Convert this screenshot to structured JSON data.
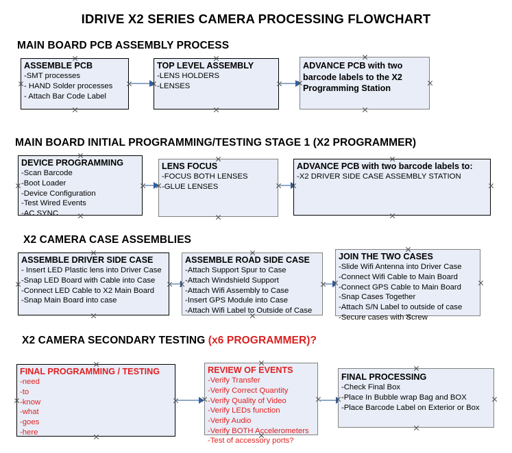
{
  "document": {
    "title": "IDRIVE X2  SERIES CAMERA PROCESSING FLOWCHART"
  },
  "colors": {
    "box_fill": "#e8edf7",
    "box_border": "#000000",
    "box_border_gray": "#808080",
    "accent_red": "#e02020",
    "heading_red": "#d91f1f",
    "arrow_shaft": "#8fa8c8",
    "arrow_head": "#2e5fa3",
    "text": "#000000",
    "background": "#ffffff"
  },
  "sections": [
    {
      "id": "main-board-pcb-assembly",
      "heading": "MAIN BOARD PCB ASSEMBLY PROCESS",
      "heading_accent": "",
      "boxes": [
        {
          "id": "assemble-pcb",
          "title": "ASSEMBLE PCB",
          "lines": [
            "-SMT processes",
            "- HAND Solder processes",
            "- Attach Bar Code Label"
          ],
          "overflow_lines": []
        },
        {
          "id": "top-level-assembly",
          "title": "TOP LEVEL ASSEMBLY",
          "lines": [
            "-LENS HOLDERS",
            "-LENSES"
          ],
          "overflow_lines": []
        },
        {
          "id": "advance-pcb-to-x2-programming-station",
          "title": "ADVANCE PCB with two barcode labels to the  X2 Programming Station",
          "lines": [],
          "overflow_lines": []
        }
      ]
    },
    {
      "id": "main-board-initial-programming",
      "heading": "MAIN BOARD INITIAL PROGRAMMING/TESTING STAGE 1 (X2 PROGRAMMER)",
      "heading_accent": "",
      "boxes": [
        {
          "id": "device-programming",
          "title": "DEVICE PROGRAMMING",
          "lines": [
            "-Scan Barcode",
            "-Boot Loader",
            "-Device Configuration",
            "-Test Wired Events",
            "-AC SYNC"
          ],
          "overflow_lines": []
        },
        {
          "id": "lens-focus",
          "title": "LENS FOCUS",
          "lines": [
            "-FOCUS BOTH LENSES",
            "-GLUE LENSES"
          ],
          "overflow_lines": []
        },
        {
          "id": "advance-pcb-to-driver-side-case-station",
          "title": "ADVANCE PCB with two barcode labels to:",
          "lines": [
            "-X2 DRIVER  SIDE  CASE  ASSEMBLY STATION"
          ],
          "overflow_lines": []
        }
      ]
    },
    {
      "id": "x2-camera-case-assemblies",
      "heading": "X2 CAMERA CASE ASSEMBLIES",
      "heading_accent": "",
      "boxes": [
        {
          "id": "assemble-driver-side-case",
          "title": "ASSEMBLE DRIVER SIDE CASE",
          "lines": [
            "- Insert LED Plastic lens into Driver Case",
            "-Snap LED Board with Cable into Case",
            "-Connect LED Cable to X2 Main Board",
            "-Snap Main Board into case"
          ],
          "overflow_lines": []
        },
        {
          "id": "assemble-road-side-case",
          "title": "ASSEMBLE ROAD SIDE CASE",
          "lines": [
            "-Attach Support Spur to Case",
            "-Attach Windshield Support",
            "-Attach Wifi Assembly to Case",
            "-Insert GPS Module into Case",
            "-Attach Wifi Label to Outside of Case"
          ],
          "overflow_lines": []
        },
        {
          "id": "join-the-two-cases",
          "title": "JOIN THE TWO CASES",
          "lines": [
            "-Slide Wifi Antenna into Driver Case",
            "-Connect Wifi Cable to Main Board",
            "-Connect GPS Cable to Main Board",
            "-Snap Cases Together",
            "-Attach S/N Label to outside of case",
            "-Secure cases with Screw"
          ],
          "overflow_lines": []
        }
      ]
    },
    {
      "id": "x2-camera-secondary-testing",
      "heading": "X2 CAMERA SECONDARY TESTING ",
      "heading_accent": "(x6 PROGRAMMER)?",
      "boxes": [
        {
          "id": "final-programming-testing",
          "title": "FINAL PROGRAMMING / TESTING",
          "lines": [
            "-need",
            "-to",
            "-know",
            "-what",
            "-goes",
            "-here"
          ],
          "overflow_lines": []
        },
        {
          "id": "review-of-events",
          "title": "REVIEW OF EVENTS",
          "lines": [
            "-Verify Transfer",
            "-Verify Correct Quantity",
            "-Verify Quality of Video",
            "-Verify LEDs function",
            "-Verify Audio",
            "-Verify BOTH Accelerometers"
          ],
          "overflow_lines": [
            "-Test of accessory ports?"
          ]
        },
        {
          "id": "final-processing",
          "title": "FINAL PROCESSING",
          "lines": [
            " -Check Final Box",
            "-Place In Bubble wrap Bag and BOX",
            "-Place Barcode Label on Exterior or Box"
          ],
          "overflow_lines": []
        }
      ]
    }
  ]
}
